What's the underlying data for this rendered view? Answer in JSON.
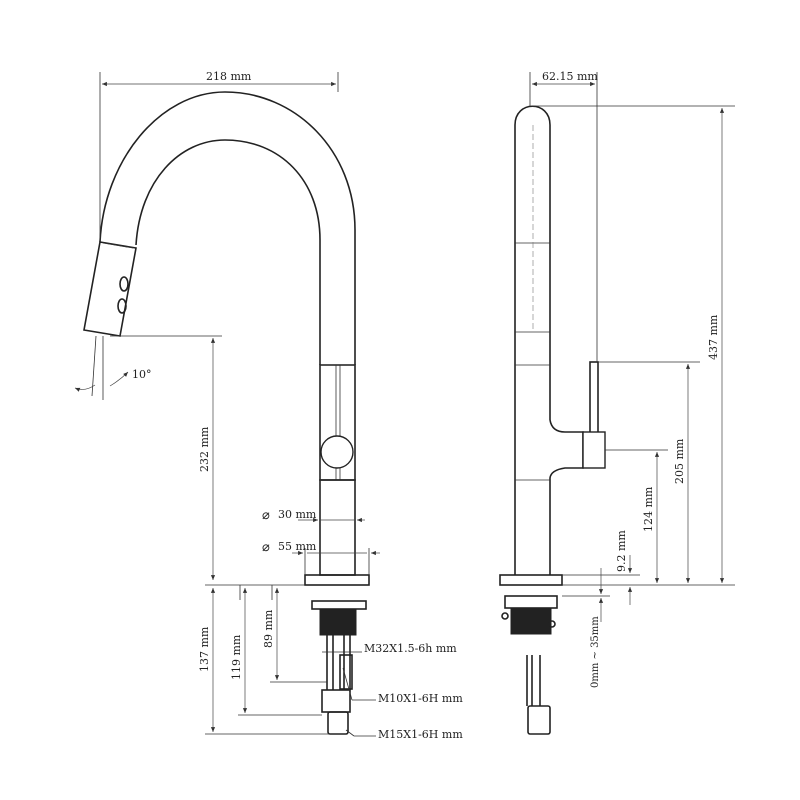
{
  "labels": {
    "width_total": "218 mm",
    "spout_offset": "62.15 mm",
    "angle": "10°",
    "spout_height": "232 mm",
    "tube_dia": "30 mm",
    "base_dia": "55 mm",
    "thread_m32": "M32X1.5-6h mm",
    "thread_m10": "M10X1-6H mm",
    "thread_m15": "M15X1-6H mm",
    "below_137": "137 mm",
    "below_119": "119 mm",
    "below_89": "89 mm",
    "height_437": "437 mm",
    "height_205": "205 mm",
    "height_124": "124 mm",
    "height_92": "9.2 mm",
    "range_0_35": "0mm ~ 35mm"
  },
  "symbols": {
    "diameter": "⌀"
  }
}
